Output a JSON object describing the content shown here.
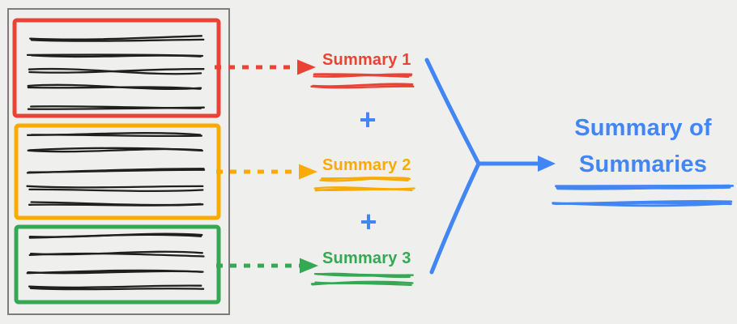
{
  "colors": {
    "background": "#EFEFED",
    "red": "#EA4335",
    "orange": "#F9AB00",
    "green": "#34A853",
    "blue": "#4285F4",
    "doc_border": "#7D7D7D",
    "ink": "#1F1F1F"
  },
  "document": {
    "description": "hand-drawn document split into three highlighted sections",
    "sections": [
      {
        "name": "section-red",
        "color": "red",
        "text_lines": 5
      },
      {
        "name": "section-orange",
        "color": "orange",
        "text_lines": 5
      },
      {
        "name": "section-green",
        "color": "green",
        "text_lines": 4
      }
    ]
  },
  "summaries": [
    {
      "label": "Summary 1",
      "color": "red"
    },
    {
      "label": "Summary 2",
      "color": "orange"
    },
    {
      "label": "Summary 3",
      "color": "green"
    }
  ],
  "plus_signs": [
    "+",
    "+"
  ],
  "result": {
    "label": "Summary of Summaries",
    "lines": [
      "Summary of",
      "Summaries"
    ],
    "color": "blue"
  }
}
